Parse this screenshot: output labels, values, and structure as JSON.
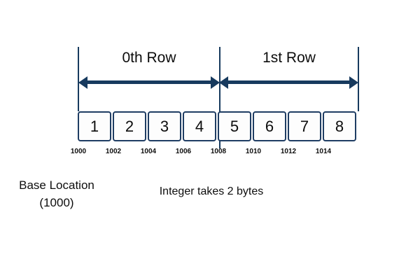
{
  "diagram": {
    "title_row_0": "0th Row",
    "title_row_1": "1st Row",
    "cells": [
      {
        "value": "1",
        "address": "1000"
      },
      {
        "value": "2",
        "address": "1002"
      },
      {
        "value": "3",
        "address": "1004"
      },
      {
        "value": "4",
        "address": "1006"
      },
      {
        "value": "5",
        "address": "1008"
      },
      {
        "value": "6",
        "address": "1010"
      },
      {
        "value": "7",
        "address": "1012"
      },
      {
        "value": "8",
        "address": "1014"
      }
    ],
    "captions": {
      "base_location_line1": "Base Location",
      "base_location_line2": "(1000)",
      "note": "Integer takes 2 bytes"
    },
    "colors": {
      "accent": "#173a5e",
      "cell_border": "#1f3d63",
      "text": "#0d0d0d",
      "background": "#ffffff"
    }
  }
}
